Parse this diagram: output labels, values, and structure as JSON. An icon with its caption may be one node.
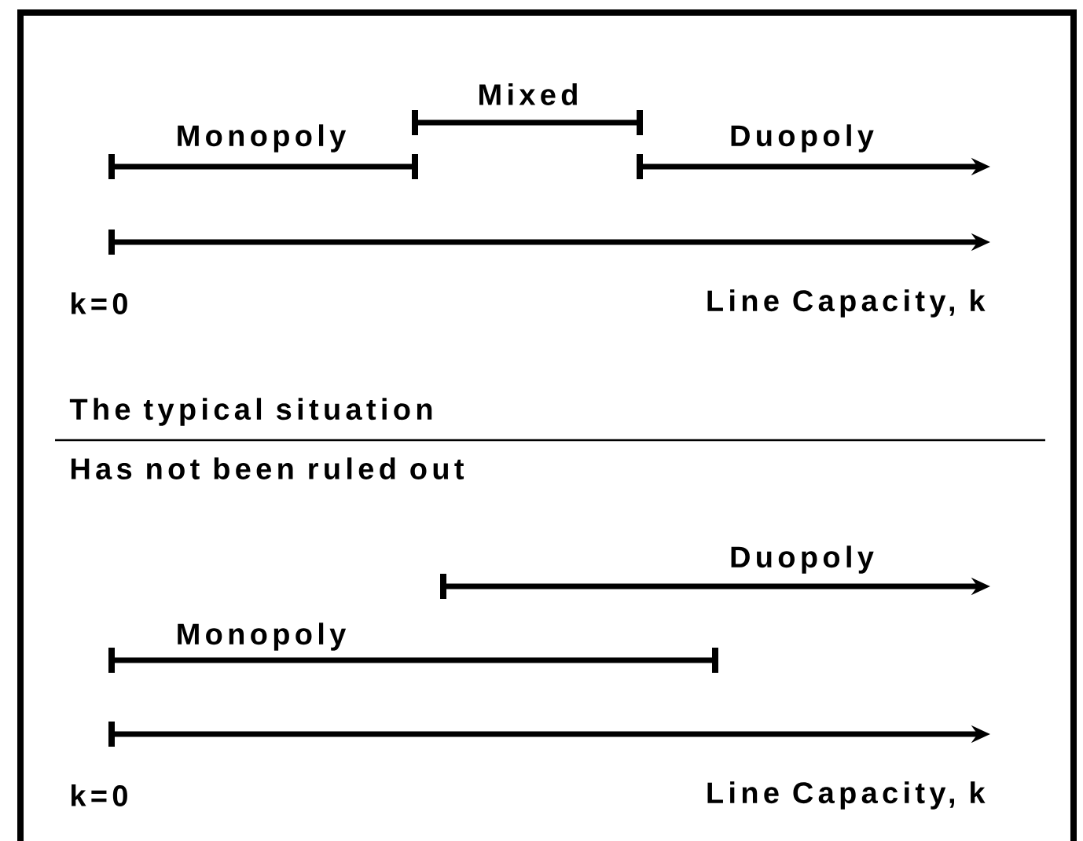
{
  "diagram": {
    "labels": [
      "Mixed",
      "Monopoly",
      "Duopoly",
      "k=0",
      "Line Capacity, k",
      "The typical situation",
      "Has not been ruled out",
      "Duopoly",
      "Monopoly",
      "k=0",
      "Line Capacity, k"
    ]
  }
}
